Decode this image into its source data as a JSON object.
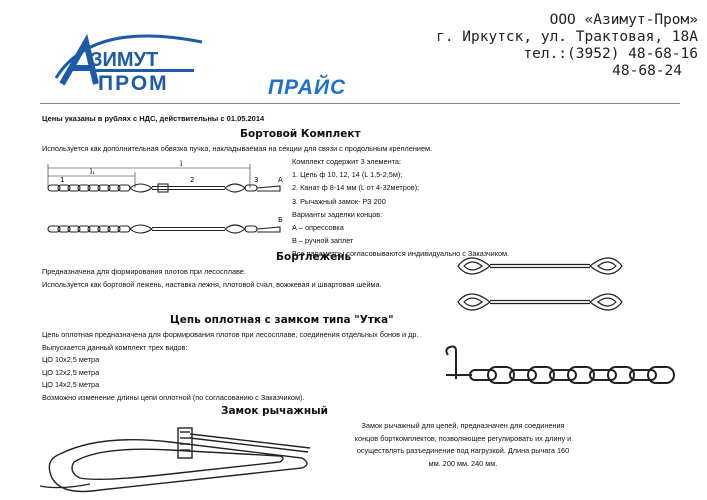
{
  "header": {
    "logo_top": "ЗИМУТ",
    "logo_bottom": "ПРОМ",
    "company_lines": [
      "ООО «Азимут-Пром»",
      "г. Иркутск, ул. Трактовая, 18А",
      "тел.:(3952) 48-68-16",
      "48-68-24"
    ],
    "price_title": "ПРАЙС",
    "notice": "Цены указаны в рублях с НДС, действительны с 01.05.2014"
  },
  "bort_complect": {
    "title": "Бортовой Комплект",
    "desc": "Используется как дополнительная обвязка пучка, накладываемая на секции для связи с продольным креплением.",
    "details": [
      "Комплект содержит 3 элемента:",
      "1. Цепь ф 10, 12, 14 (L 1,5-2,5м);",
      "2. Канат ф 8-14 мм (L от 4-32метров);",
      "3. Рычажный замок- РЗ 200",
      "Варианты заделки концов:",
      "А – опрессовка",
      "В – ручной заплет",
      "Все параметры согласовываются индивидуально с Заказчиком."
    ],
    "drawing_labels": {
      "l1": "l₁",
      "l": "l",
      "n1": "1",
      "n2": "2",
      "n3": "3",
      "a": "А",
      "b": "Б"
    }
  },
  "bortlezhen": {
    "title": "Бортлежень",
    "lines": [
      "Предназначена для формирования плотов при лесосплаве.",
      "Используется как бортовой лежень, наставка лежня, плотовой счал, вожжевая и швартовая шейма."
    ]
  },
  "chain_utka": {
    "title": "Цепь оплотная с замком типа \"Утка\"",
    "lines": [
      "Цепь оплотная предназначена для формирования плотов при лесосплаве, соединения отдельных бонов и др.",
      " Выпускается данный комплект трех видов:",
      "ЦО 10х2,5 метра",
      "ЦО 12х2,5 метра",
      "ЦО 14х2,5 метра",
      "Возможно изменение длины цепи оплотной (по согласованию с Заказчиком)."
    ]
  },
  "lever_lock": {
    "title": "Замок рычажный",
    "lines": [
      "Замок рычажный для цепей, предназначен для соединения",
      "концов борткомплектов, позволяющее регулировать их длину и",
      "осуществлять разъединение под нагрузкой. Длина рычага 160",
      "мм. 200 мм. 240 мм."
    ]
  },
  "colors": {
    "brand_blue": "#1f6fd0",
    "logo_blue": "#1d5aa8"
  }
}
